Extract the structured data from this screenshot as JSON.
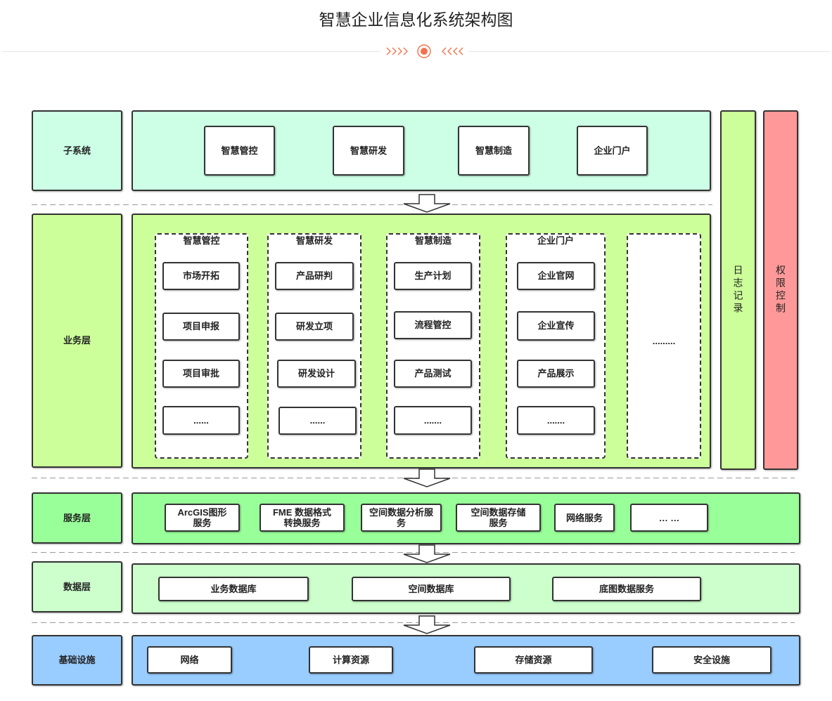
{
  "title": "智慧企业信息化系统架构图",
  "colors": {
    "subsystem": "#ccffe6",
    "business": "#ccff99",
    "service": "#99ff99",
    "data": "#ccffcc",
    "infrastructure": "#99ccff",
    "log": "#ccff99",
    "permission": "#ff9999",
    "accent": "#f4724e",
    "arrow_fill": "#ffffff",
    "arrow_stroke": "#333333"
  },
  "layers": {
    "subsystem": {
      "label": "子系统",
      "items": [
        "智慧管控",
        "智慧研发",
        "智慧制造",
        "企业门户"
      ]
    },
    "business": {
      "label": "业务层",
      "groups": [
        {
          "title": "智慧管控",
          "items": [
            "市场开拓",
            "项目申报",
            "项目审批",
            "......"
          ]
        },
        {
          "title": "智慧研发",
          "items": [
            "产品研判",
            "研发立项",
            "研发设计",
            "......"
          ]
        },
        {
          "title": "智慧制造",
          "items": [
            "生产计划",
            "流程管控",
            "产品测试",
            "......."
          ]
        },
        {
          "title": "企业门户",
          "items": [
            "企业官网",
            "企业宣传",
            "产品展示",
            "......."
          ]
        }
      ],
      "more": "........."
    },
    "service": {
      "label": "服务层",
      "items": [
        "ArcGIS图形\n服务",
        "FME 数据格式\n转换服务",
        "空间数据分析服\n务",
        "空间数据存储\n服务",
        "网络服务",
        "… …"
      ]
    },
    "data": {
      "label": "数据层",
      "items": [
        "业务数据库",
        "空间数据库",
        "底图数据服务"
      ]
    },
    "infrastructure": {
      "label": "基础设施",
      "items": [
        "网络",
        "计算资源",
        "存储资源",
        "安全设施"
      ]
    }
  },
  "side": {
    "log": "日志记录",
    "permission": "权限控制"
  }
}
